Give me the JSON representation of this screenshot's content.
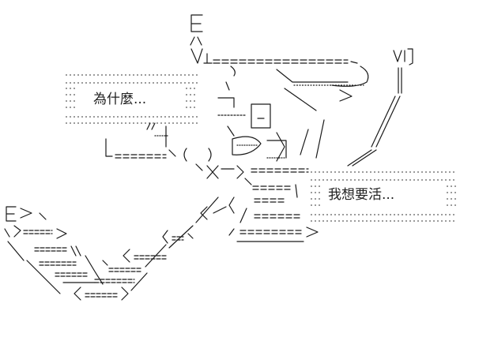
{
  "artwork": {
    "style": "ascii-art",
    "ink_color": "#1a1a1a",
    "dot_color": "#444444",
    "background": "#ffffff"
  },
  "speech": {
    "left": "為什麼...",
    "right": "我想要活..."
  }
}
